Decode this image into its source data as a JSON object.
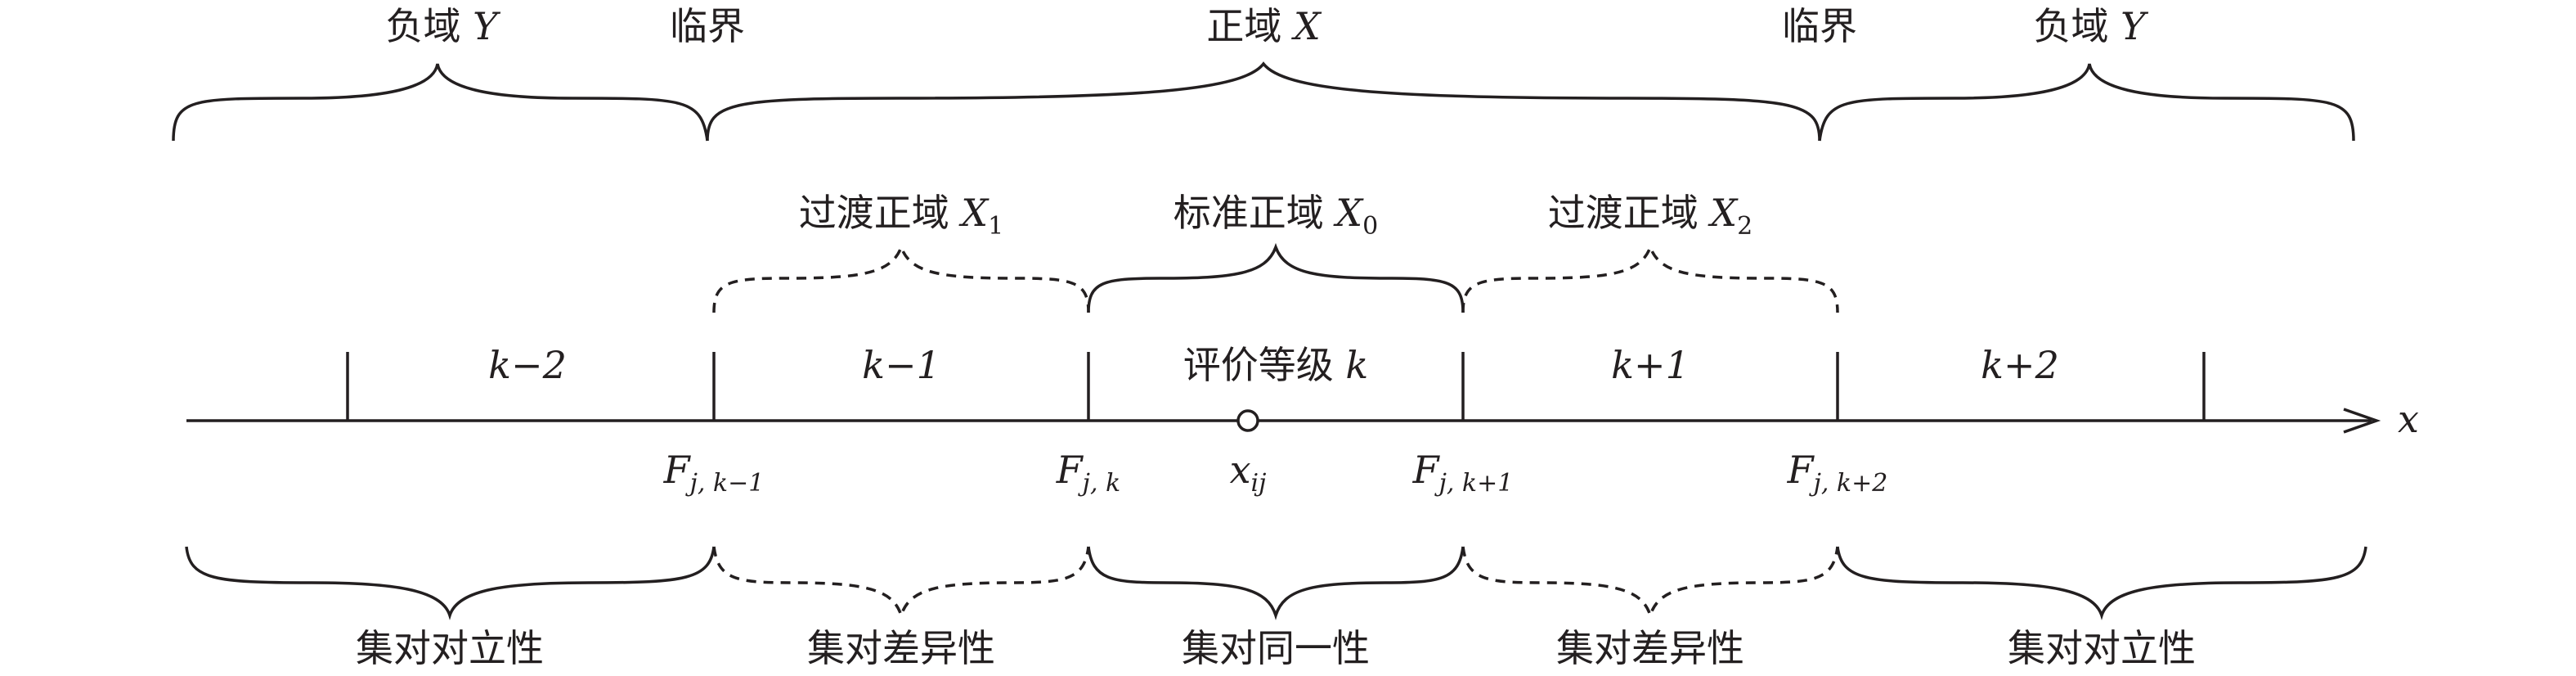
{
  "top_labels": {
    "neg_left": "负域",
    "neg_left_var": "Y",
    "crit_left": "临界",
    "pos": "正域",
    "pos_var": "X",
    "crit_right": "临界",
    "neg_right": "负域",
    "neg_right_var": "Y"
  },
  "mid_labels": {
    "trans1": "过渡正域",
    "trans1_var": "X",
    "trans1_sub": "1",
    "std": "标准正域",
    "std_var": "X",
    "std_sub": "0",
    "trans2": "过渡正域",
    "trans2_var": "X",
    "trans2_sub": "2"
  },
  "levels": {
    "k_minus_2": "k−2",
    "k_minus_1": "k−1",
    "k_prefix": "评价等级",
    "k": "k",
    "k_plus_1": "k+1",
    "k_plus_2": "k+2"
  },
  "axis": {
    "label": "x",
    "point_var": "x",
    "point_sub": "ij"
  },
  "boundaries": {
    "f": "F",
    "b1_sub": "j, k−1",
    "b2_sub": "j, k",
    "b3_sub": "j, k+1",
    "b4_sub": "j, k+2"
  },
  "bottom_labels": {
    "opp_left": "集对对立性",
    "diff_left": "集对差异性",
    "same": "集对同一性",
    "diff_right": "集对差异性",
    "opp_right": "集对对立性"
  }
}
